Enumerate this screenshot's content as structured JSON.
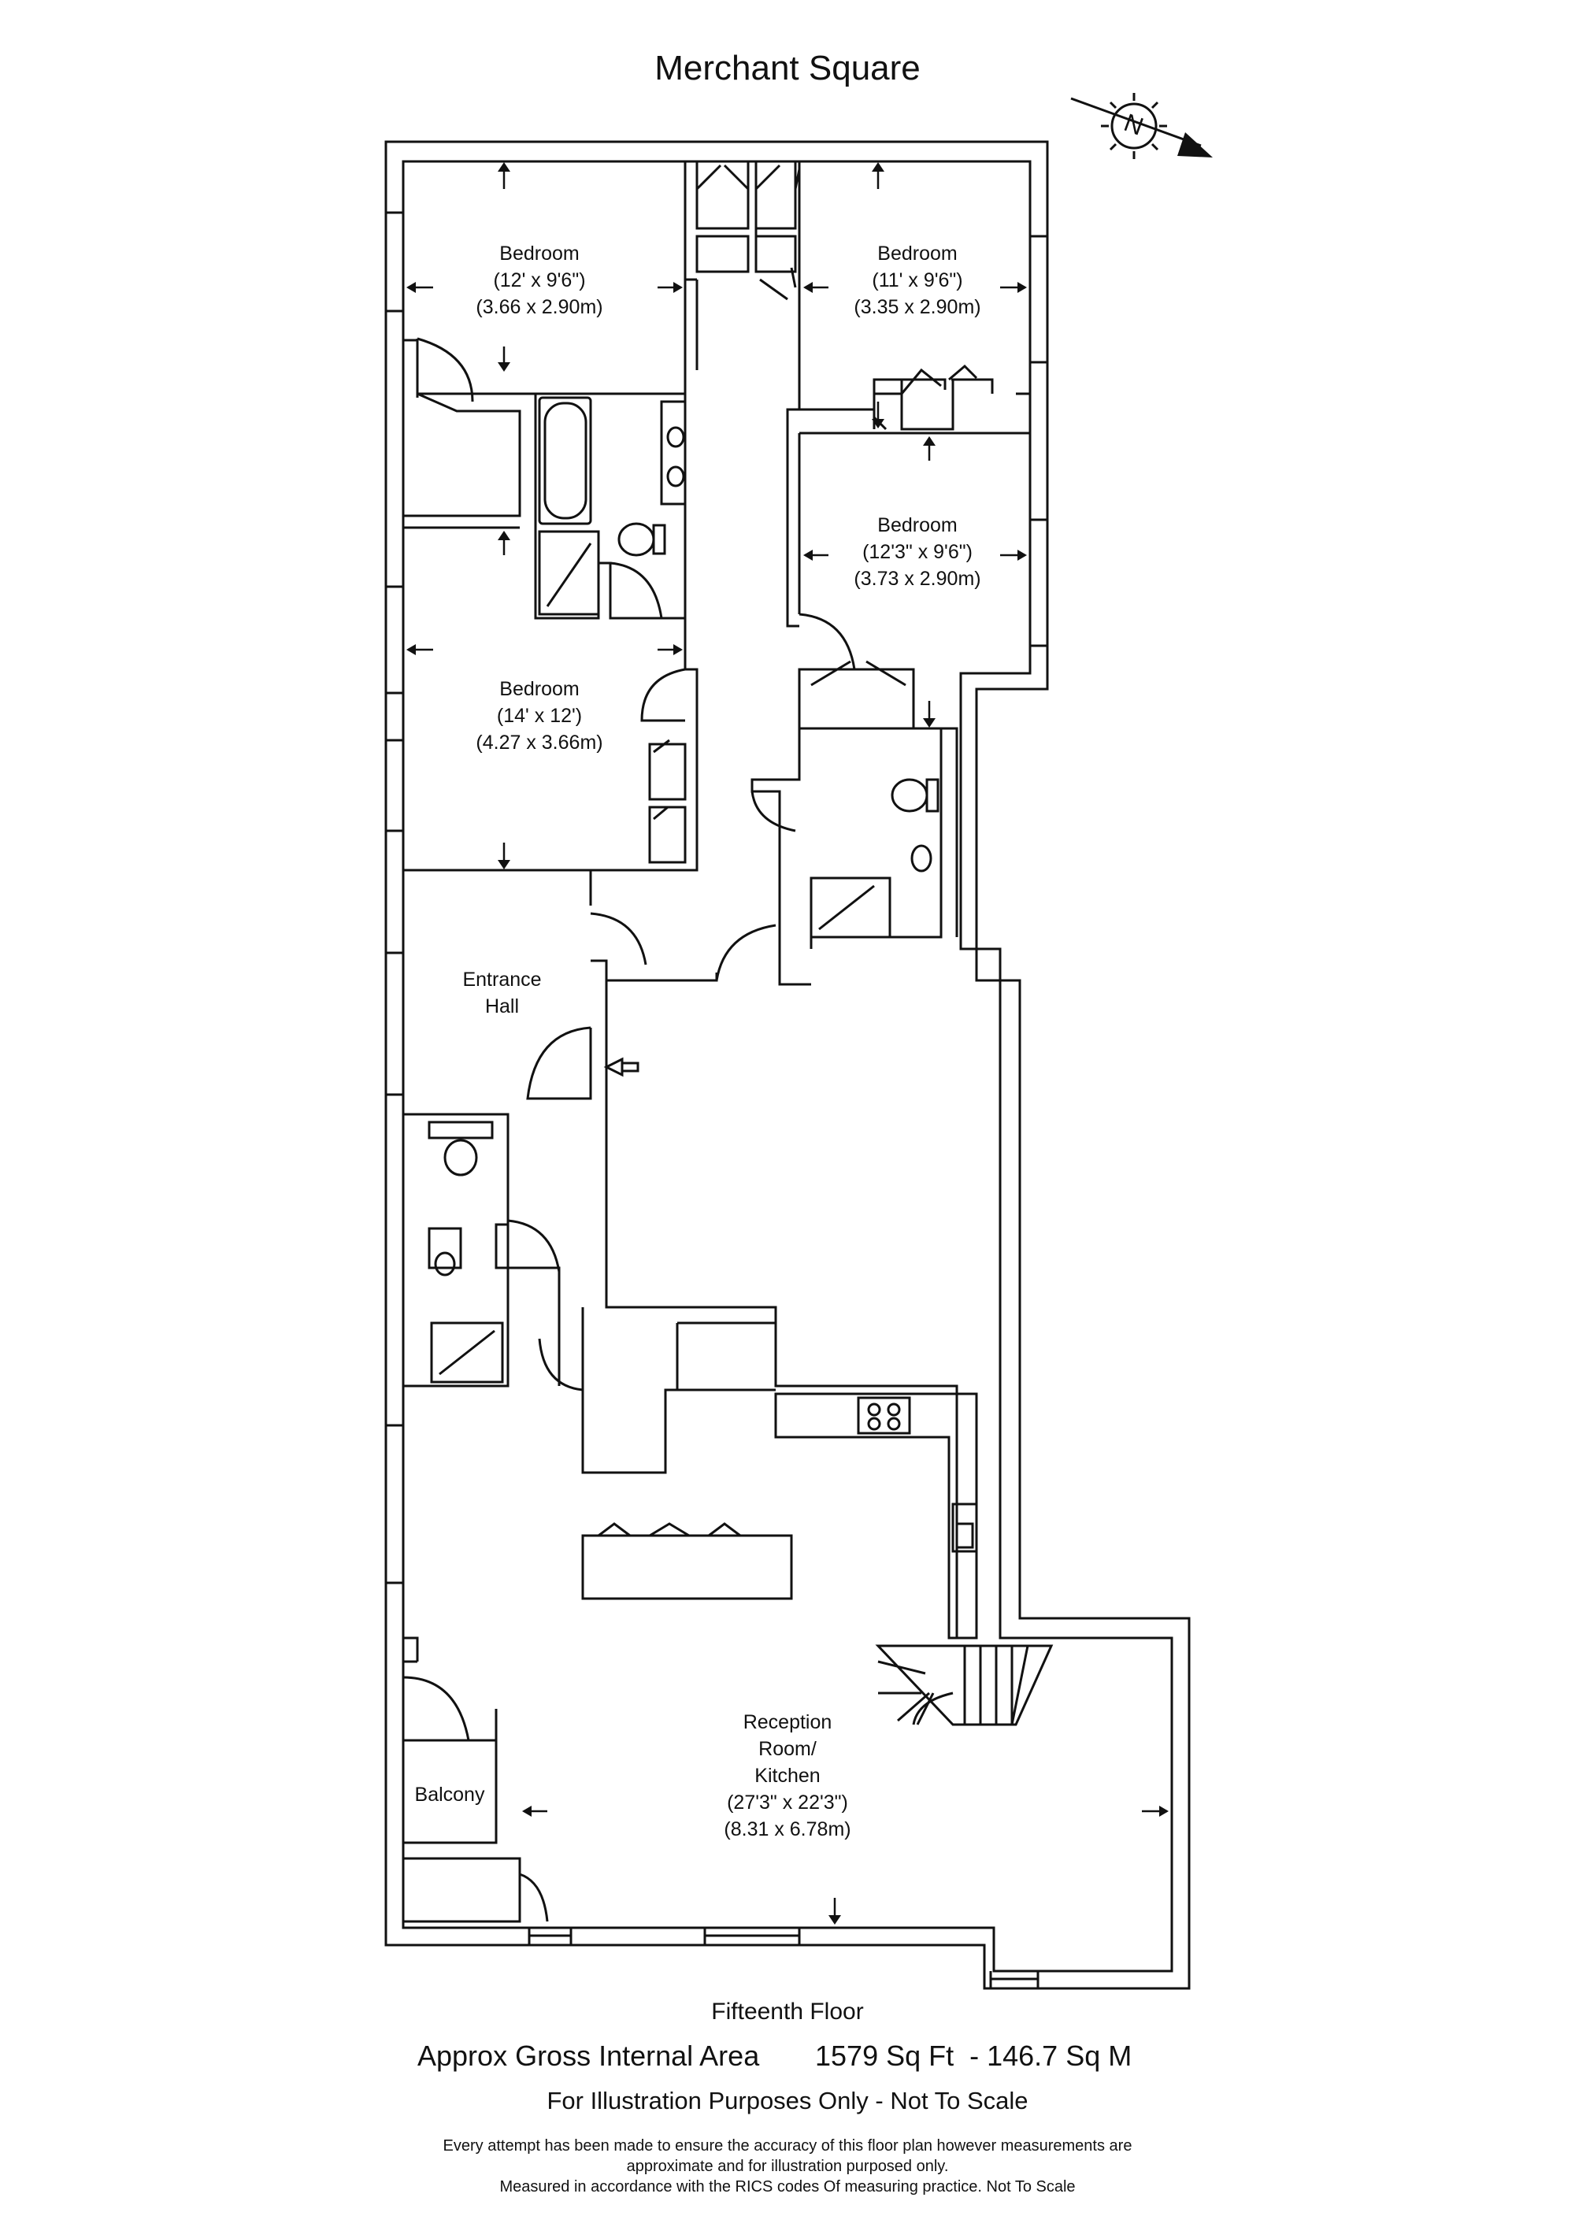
{
  "title": "Merchant Square",
  "compass_label": "N",
  "rooms": {
    "bedroom1": {
      "name": "Bedroom",
      "imperial": "(12' x 9'6\")",
      "metric": "(3.66 x 2.90m)"
    },
    "bedroom2": {
      "name": "Bedroom",
      "imperial": "(11' x 9'6\")",
      "metric": "(3.35 x 2.90m)"
    },
    "bedroom3": {
      "name": "Bedroom",
      "imperial": "(12'3\" x 9'6\")",
      "metric": "(3.73 x 2.90m)"
    },
    "bedroom4": {
      "name": "Bedroom",
      "imperial": "(14' x 12')",
      "metric": "(4.27 x 3.66m)"
    },
    "entrance_hall": {
      "line1": "Entrance",
      "line2": "Hall"
    },
    "reception": {
      "line1": "Reception",
      "line2": "Room/",
      "line3": "Kitchen",
      "imperial": "(27'3\" x 22'3\")",
      "metric": "(8.31 x 6.78m)"
    },
    "balcony": {
      "name": "Balcony"
    }
  },
  "floor_label": "Fifteenth Floor",
  "area": {
    "label": "Approx Gross Internal Area",
    "value": "1579 Sq Ft  - 146.7 Sq M"
  },
  "illustration_note": "For Illustration Purposes Only - Not To Scale",
  "disclaimer": {
    "line1": "Every attempt has been made to ensure the accuracy of this floor plan however measurements are",
    "line2": "approximate and for illustration purposed only.",
    "line3": "Measured in accordance with the RICS codes Of measuring practice. Not To Scale"
  }
}
